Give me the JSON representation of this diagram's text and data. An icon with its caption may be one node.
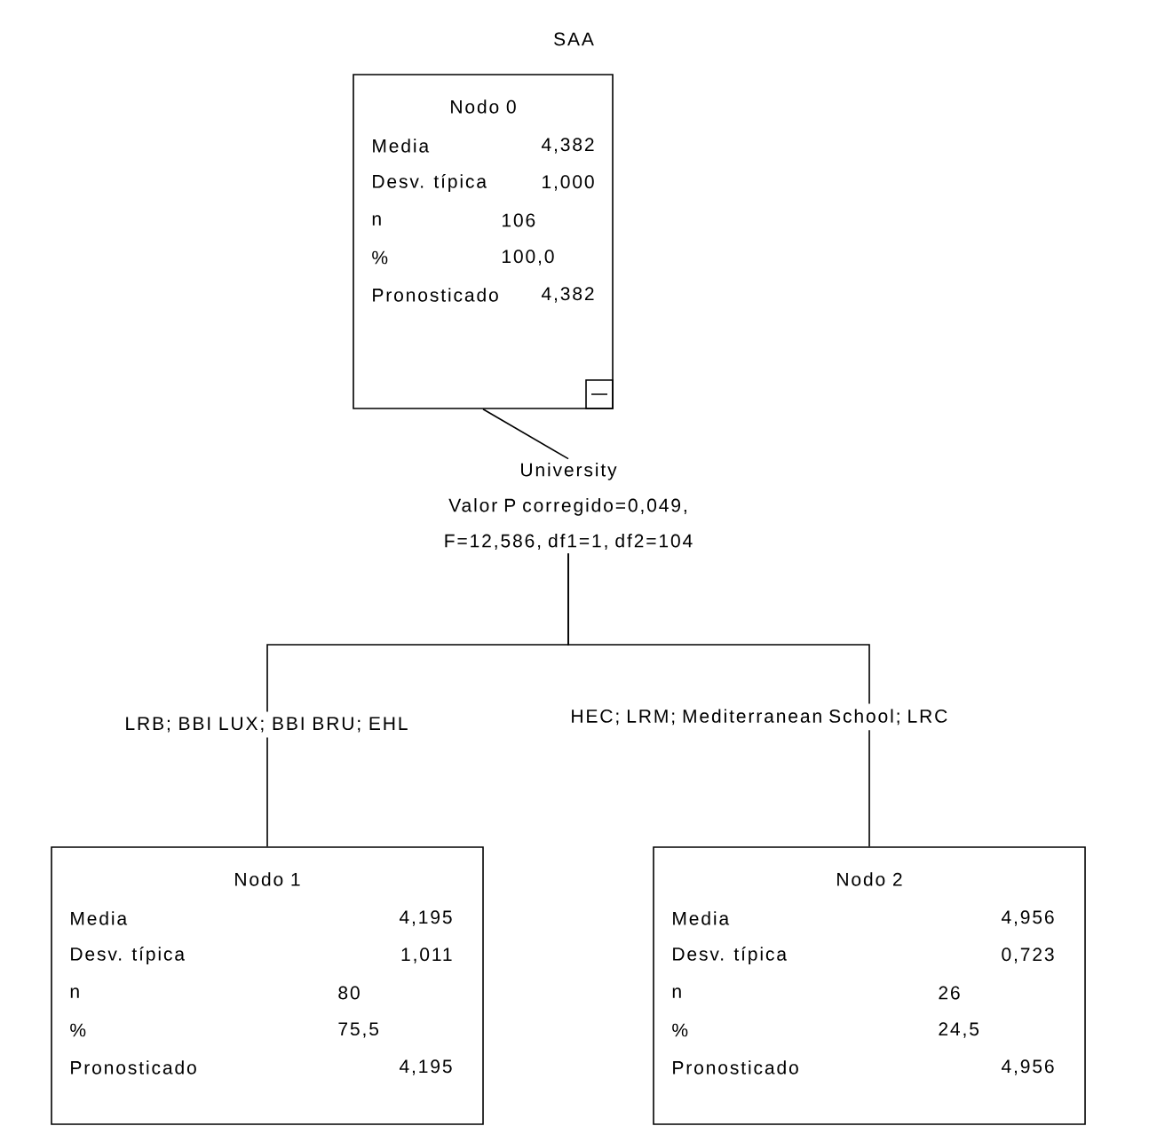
{
  "diagram": {
    "title": "SAA",
    "nodes": [
      {
        "text": [
          "Nodo 0",
          "Media",
          "4,382",
          "Desv. típica",
          "1,000",
          "n",
          "106",
          "%",
          "100,0",
          "Pronosticado",
          "4,382"
        ]
      },
      {
        "text": [
          "Nodo 1",
          "Media",
          "4,195",
          "Desv. típica",
          "1,011",
          "n",
          "80",
          "%",
          "75,5",
          "Pronosticado",
          "4,195"
        ]
      },
      {
        "text": [
          "Nodo 2",
          "Media",
          "4,956",
          "Desv. típica",
          "0,723",
          "n",
          "26",
          "%",
          "24,5",
          "Pronosticado",
          "4,956"
        ]
      },
      {
        "text": [
          "University",
          "Valor P corregido=0,049, F=12,586, df1=1, df2=104"
        ]
      }
    ],
    "edges": [
      {
        "from": 0,
        "to": 3,
        "arrow": "none"
      },
      {
        "from": 3,
        "to": 1,
        "arrow": "none",
        "label": "LRB; BBI LUX; BBI BRU; EHL"
      },
      {
        "from": 3,
        "to": 2,
        "arrow": "none",
        "label": "HEC; LRM; Mediterranean School; LRC"
      }
    ]
  }
}
